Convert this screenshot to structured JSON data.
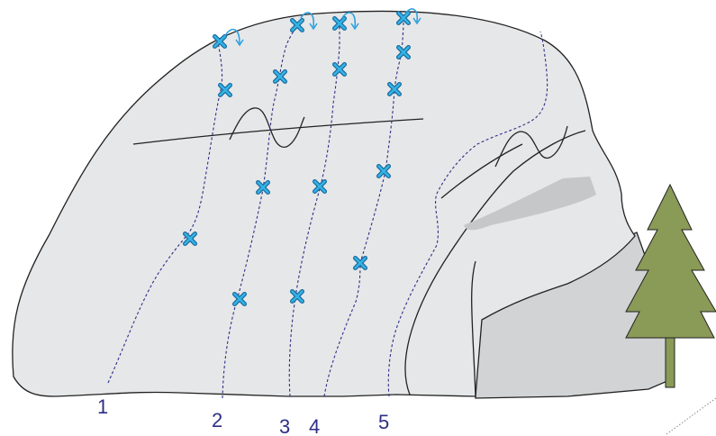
{
  "routes": [
    {
      "label": "1"
    },
    {
      "label": "2"
    },
    {
      "label": "3"
    },
    {
      "label": "4"
    },
    {
      "label": "5"
    }
  ],
  "colors": {
    "boulder_fill": "#e6e7e8",
    "shadow_rock_fill": "#d1d3d4",
    "streak_fill": "#c6c7c9",
    "outline": "#222222",
    "route_line": "#2e2f86",
    "route_label": "#2e2f86",
    "bolt": "#33b3e6",
    "bolt_outline": "#1b6b9e",
    "anchor_arrow": "#2a9fe0",
    "tree": "#8a9a57",
    "tree_trunk": "#8a9a57"
  },
  "icons": {
    "bolt": "bolt-x-icon",
    "anchor": "lower-off-arrow-icon",
    "tree": "pine-tree-icon"
  }
}
